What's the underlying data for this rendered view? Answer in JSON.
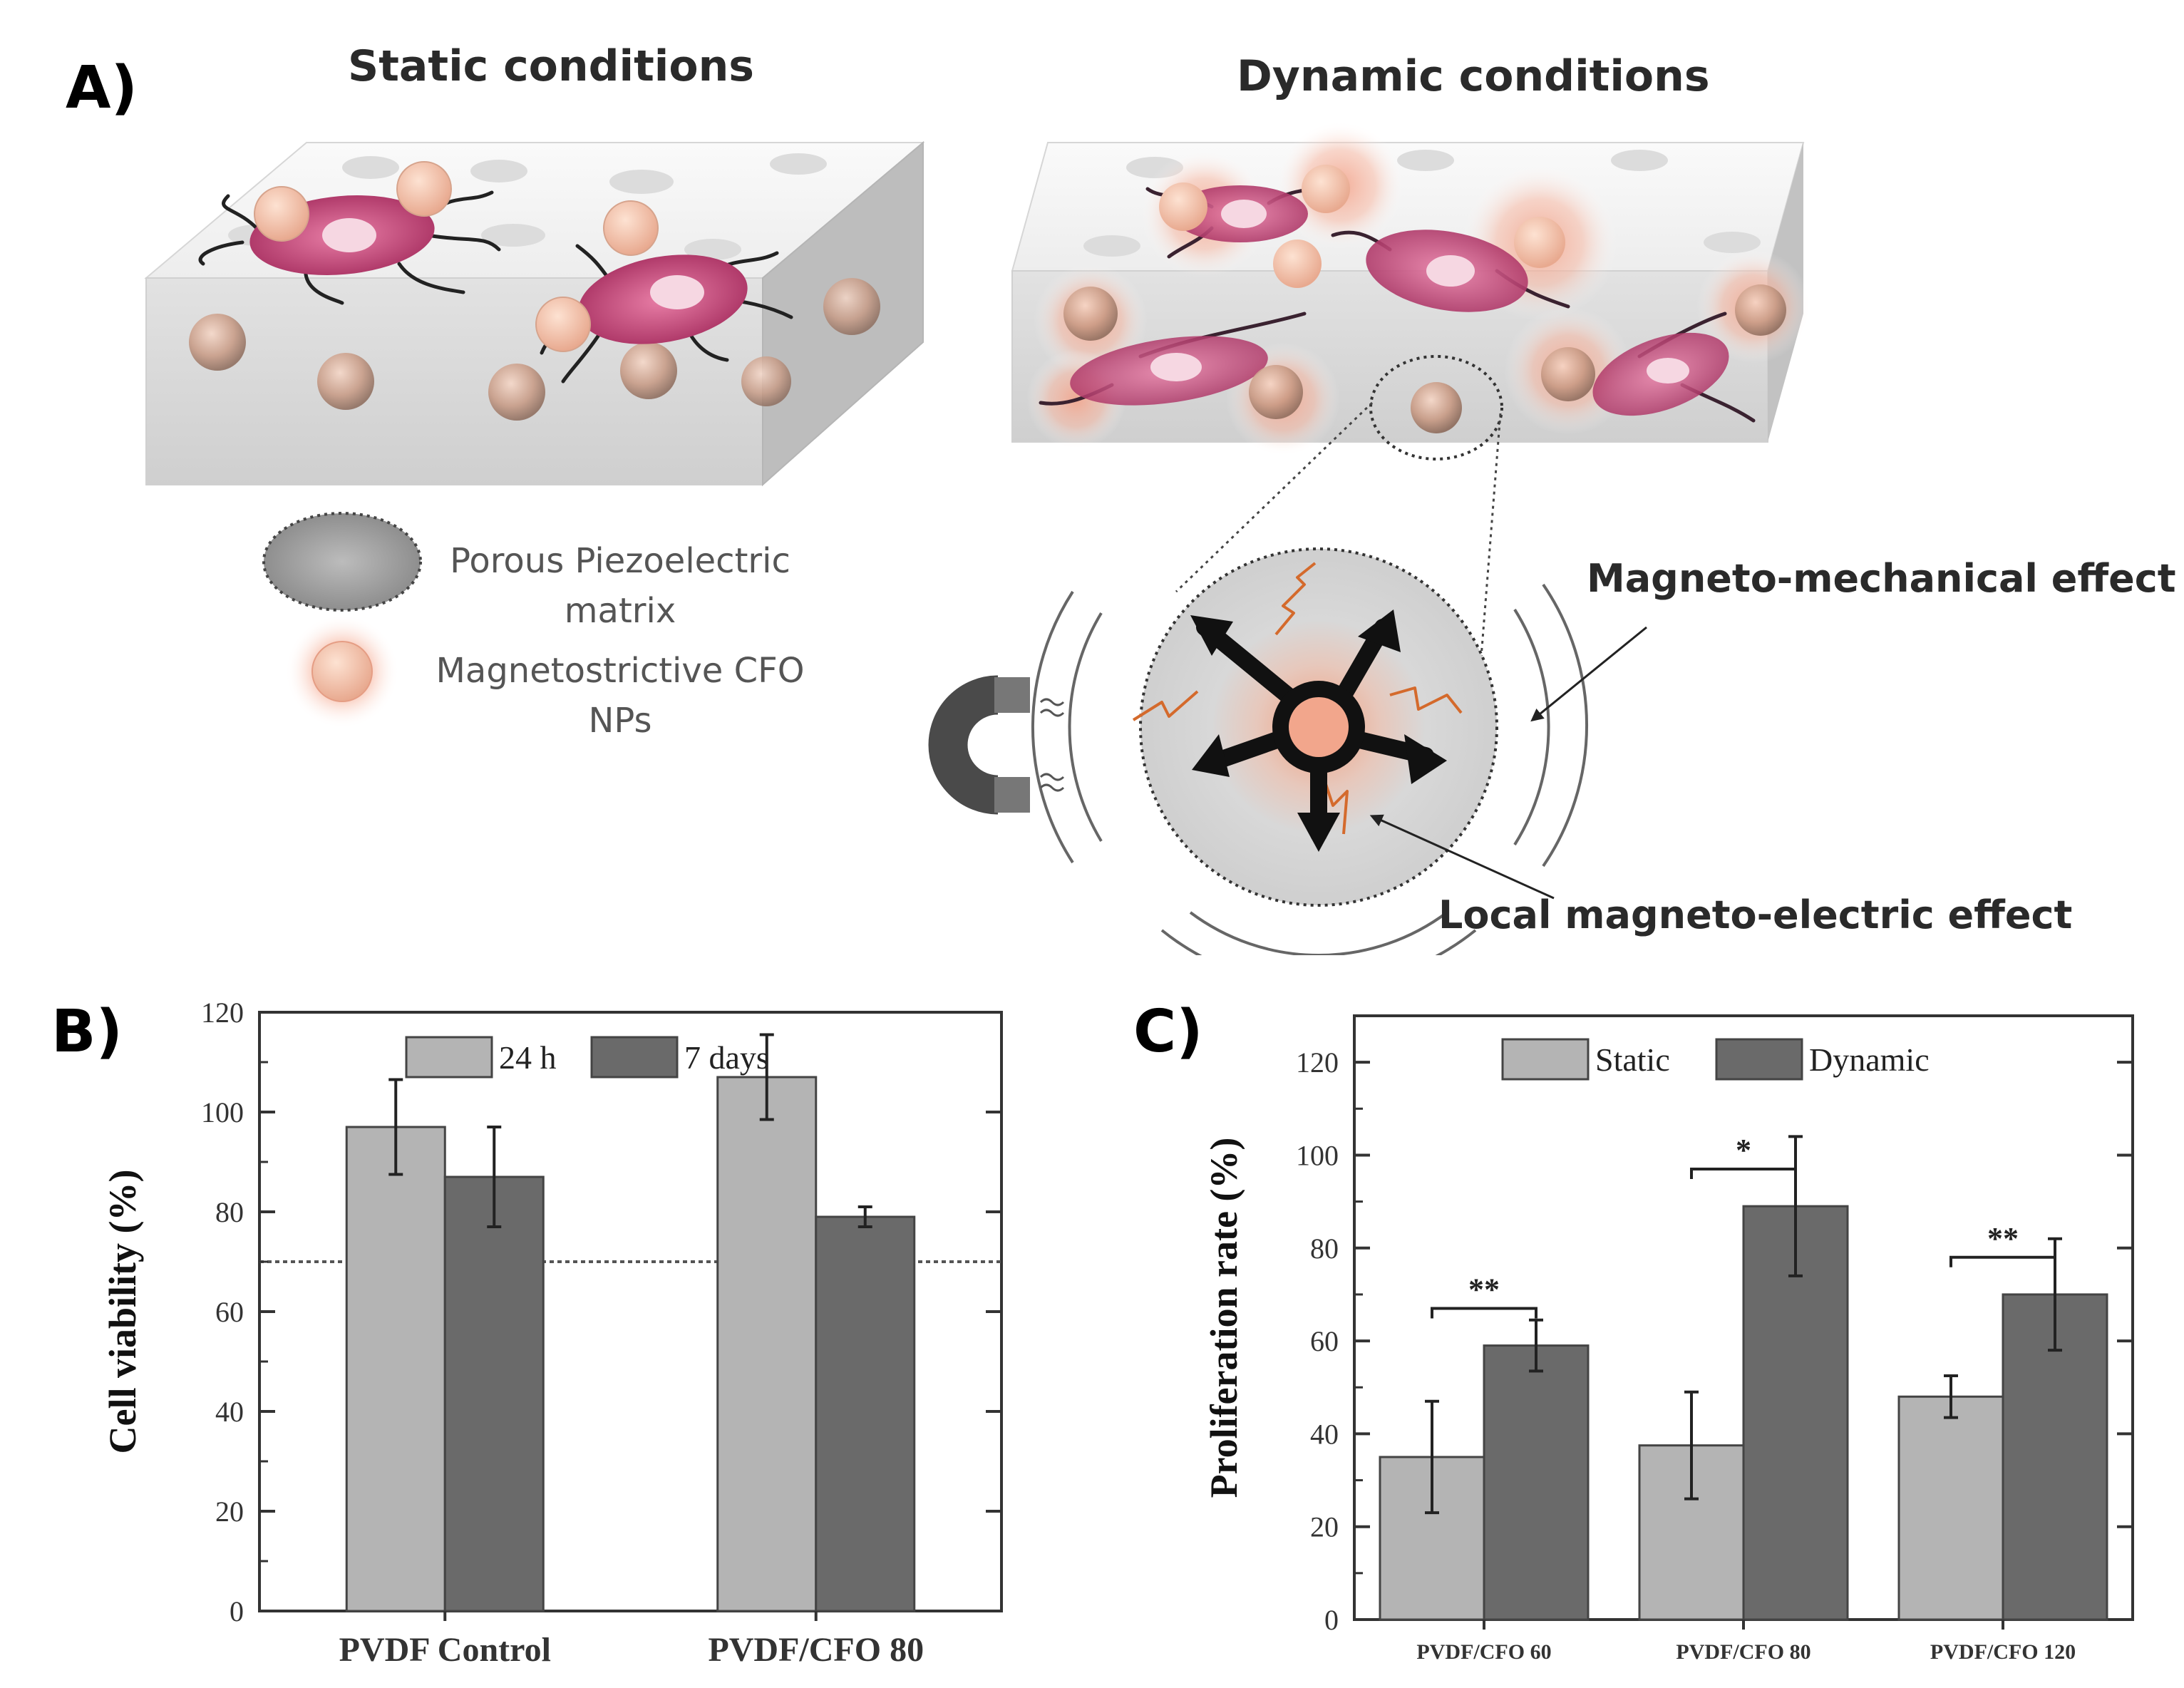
{
  "panels": {
    "a": {
      "letter": "A)",
      "static_title": "Static conditions",
      "dynamic_title": "Dynamic conditions",
      "legend": {
        "matrix_line1": "Porous Piezoelectric",
        "matrix_line2": "matrix",
        "nps_line1": "Magnetostrictive CFO",
        "nps_line2": "NPs"
      },
      "magneto_mechanical": "Magneto-mechanical effect",
      "magneto_electric": "Local magneto-electric effect"
    },
    "b": {
      "letter": "B)"
    },
    "c": {
      "letter": "C)"
    }
  },
  "colors": {
    "light_bar": "#b4b4b4",
    "dark_bar": "#6a6a6a",
    "cell": "#c2457a",
    "particle": "#f3b9a0"
  },
  "chart_data": [
    {
      "id": "B",
      "type": "bar",
      "categories": [
        "PVDF Control",
        "PVDF/CFO 80"
      ],
      "series": [
        {
          "name": "24 h",
          "values": [
            97,
            107
          ],
          "errors": [
            9.5,
            8.5
          ]
        },
        {
          "name": "7 days",
          "values": [
            87,
            79
          ],
          "errors": [
            10,
            2
          ]
        }
      ],
      "ylabel": "Cell viability (%)",
      "ylim": [
        0,
        120
      ],
      "yticks": [
        0,
        20,
        40,
        60,
        80,
        100,
        120
      ],
      "reference_line": 70,
      "legend_position": "top-center",
      "grid": false
    },
    {
      "id": "C",
      "type": "bar",
      "categories": [
        "PVDF/CFO 60",
        "PVDF/CFO 80",
        "PVDF/CFO 120"
      ],
      "series": [
        {
          "name": "Static",
          "values": [
            35,
            37.5,
            48
          ],
          "errors": [
            12,
            11.5,
            4.5
          ]
        },
        {
          "name": "Dynamic",
          "values": [
            59,
            89,
            70
          ],
          "errors": [
            5.5,
            15,
            12
          ]
        }
      ],
      "significance": [
        "**",
        "*",
        "**"
      ],
      "ylabel": "Proliferation rate (%)",
      "ylim": [
        0,
        130
      ],
      "yticks": [
        0,
        20,
        40,
        60,
        80,
        100,
        120
      ],
      "legend_position": "top-center",
      "grid": false
    }
  ]
}
